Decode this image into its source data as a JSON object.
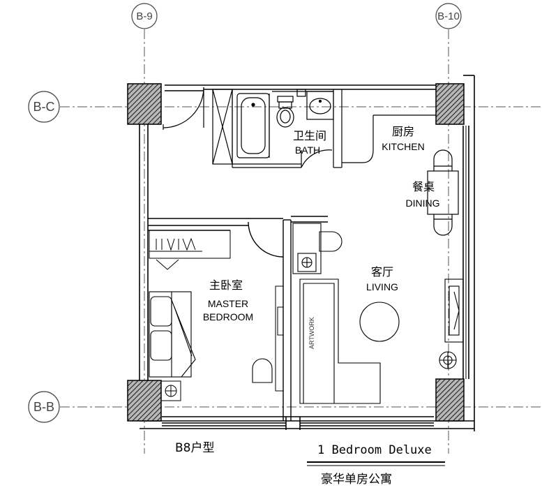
{
  "grid": {
    "col_left": "B-9",
    "col_right": "B-10",
    "row_top": "B-C",
    "row_bottom": "B-B"
  },
  "rooms": {
    "bath": {
      "cn": "卫生间",
      "en": "BATH"
    },
    "kitchen": {
      "cn": "厨房",
      "en": "KITCHEN"
    },
    "dining": {
      "cn": "餐桌",
      "en": "DINING"
    },
    "living": {
      "cn": "客厅",
      "en": "LIVING"
    },
    "master": {
      "cn": "主卧室",
      "en_line1": "MASTER",
      "en_line2": "BEDROOM"
    }
  },
  "artwork_label": "ARTWORK",
  "footer": {
    "unit_type": "B8户型",
    "title_en": "1 Bedroom Deluxe",
    "title_cn": "豪华单房公寓"
  }
}
